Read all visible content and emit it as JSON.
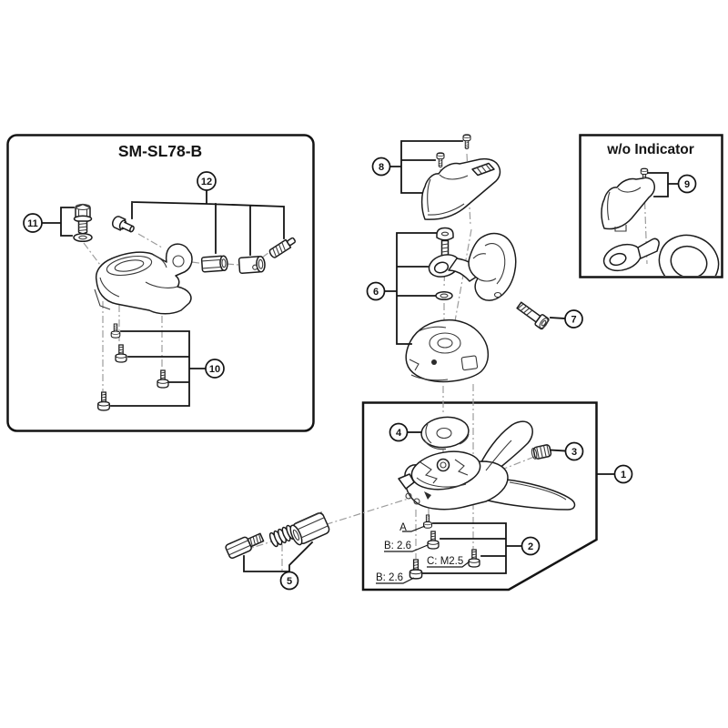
{
  "left_panel": {
    "title": "SM-SL78-B"
  },
  "right_panel": {
    "title": "w/o Indicator"
  },
  "callout_numbers": [
    "1",
    "2",
    "3",
    "4",
    "5",
    "6",
    "7",
    "8",
    "9",
    "10",
    "11",
    "12"
  ],
  "part_labels": {
    "a": "A",
    "b_upper": "B: 2.6",
    "c_mid": "C: M2.5",
    "b_lower": "B: 2.6"
  }
}
